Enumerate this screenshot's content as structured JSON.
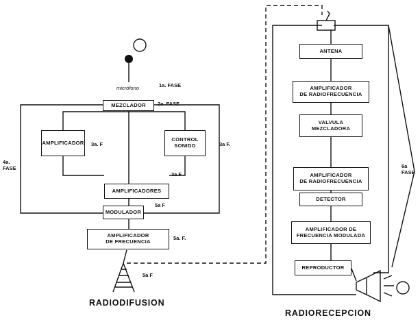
{
  "transmitter": {
    "title": "RADIODIFUSION",
    "microphone_label": "micrófono",
    "phase_labels": {
      "p1": "1a. FASE",
      "p2": "2a. FASE",
      "p3_left": "3a. F",
      "p3_right": "3a F.",
      "p3_amps": "3a F",
      "p4": "4a.\nFASE",
      "p5_mod": "5a F",
      "p5_amp": "5a. F.",
      "p5_ant": "5a F"
    },
    "blocks": {
      "mezclador": "MEZCLADOR",
      "amplificador": "AMPLIFICADOR",
      "control_sonido": "CONTROL\nSONIDO",
      "amplificadores": "AMPLIFICADORES",
      "modulador": "MODULADOR",
      "amp_frecuencia": "AMPLIFICADOR\nDE  FRECUENCIA"
    }
  },
  "receiver": {
    "title": "RADIORECEPCION",
    "phase_label": "6a\nFASE",
    "blocks": [
      "ANTENA",
      "AMPLIFICADOR\nDE  RADIOFRECUENCIA",
      "VALVULA\nMEZCLADORA",
      "AMPLIFICADOR\nDE  RADIOFRECUENCIA",
      "DETECTOR",
      "AMPLIFICADOR  DE\nFRECUENCIA  MODULADA",
      "REPRODUCTOR"
    ]
  }
}
